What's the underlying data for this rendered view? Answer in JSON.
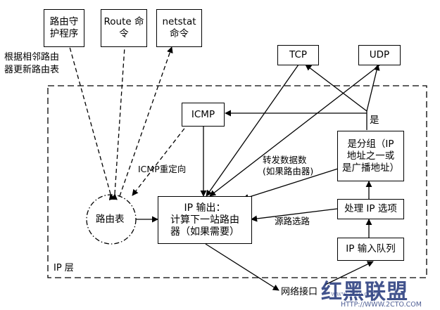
{
  "nodes": {
    "routing_daemon": "路由守\n护程序",
    "route_cmd": "Route 命\n令",
    "netstat_cmd": "netstat\n命令",
    "tcp": "TCP",
    "udp": "UDP",
    "icmp": "ICMP",
    "classify": "是分组（IP\n地址之一或\n是广播地址）",
    "ip_output": "IP 输出：\n计算下一站路由\n器（如果需要）",
    "routing_table": "路由表",
    "process_options": "处理 IP 选项",
    "input_queue": "IP 输入队列"
  },
  "labels": {
    "update_routes": "根据相邻路由\n器更新路由表",
    "icmp_redirect": "ICMP重定向",
    "forward": "转发数据数\n(如果路由器)",
    "source_route": "源路选路",
    "yes": "是",
    "ip_layer": "IP 层",
    "net_interface": "网络接口"
  },
  "watermark": {
    "brand": "红黑联盟",
    "site": "www.2cto.com",
    "url": "HTTP://WWW.2CTO.COM"
  },
  "colors": {
    "line": "#000000",
    "watermark": "#22367a"
  }
}
